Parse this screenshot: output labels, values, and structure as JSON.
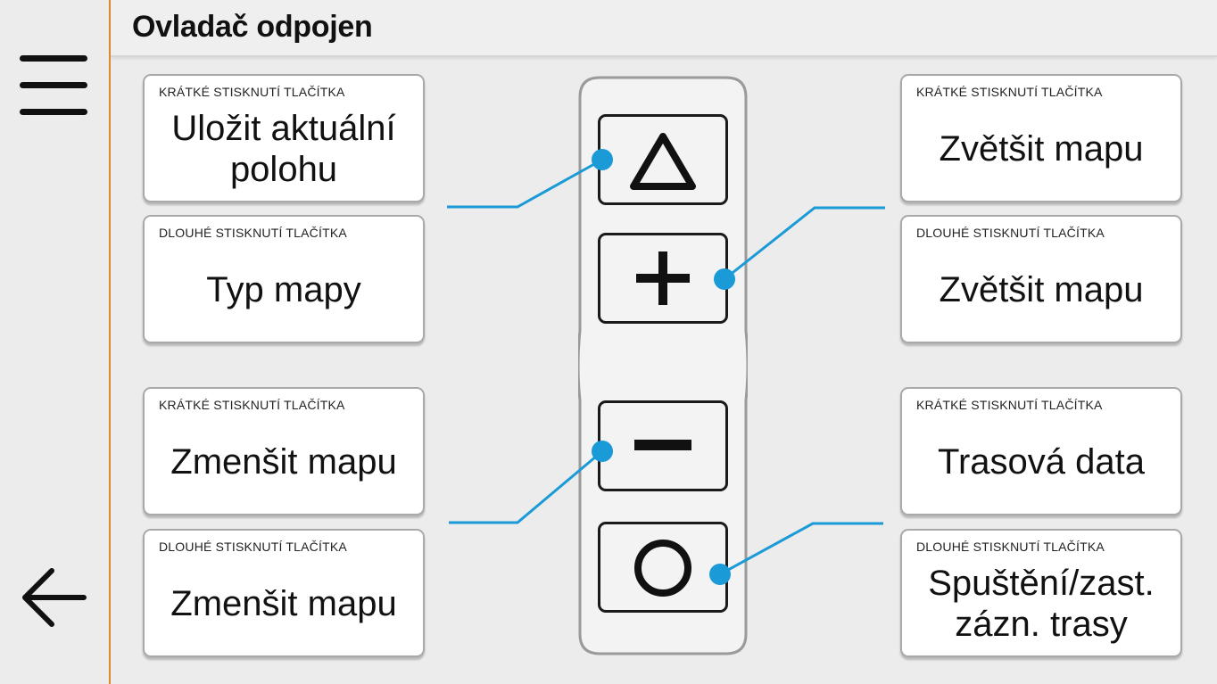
{
  "header": {
    "title": "Ovladač odpojen"
  },
  "colors": {
    "accent": "#1a9ad6",
    "sidebar_border": "#e08a2c",
    "card_border": "#a9a9a9",
    "background": "#ececec"
  },
  "icons": {
    "menu": "hamburger-menu-icon",
    "back": "arrow-left-icon",
    "triangle": "triangle-icon",
    "plus": "plus-icon",
    "minus": "minus-icon",
    "circle": "circle-icon"
  },
  "cards": {
    "triangle_short": {
      "label": "KRÁTKÉ STISKNUTÍ TLAČÍTKA",
      "action": "Uložit aktuální polohu"
    },
    "triangle_long": {
      "label": "DLOUHÉ STISKNUTÍ TLAČÍTKA",
      "action": "Typ mapy"
    },
    "minus_short": {
      "label": "KRÁTKÉ STISKNUTÍ TLAČÍTKA",
      "action": "Zmenšit mapu"
    },
    "minus_long": {
      "label": "DLOUHÉ STISKNUTÍ TLAČÍTKA",
      "action": "Zmenšit mapu"
    },
    "plus_short": {
      "label": "KRÁTKÉ STISKNUTÍ TLAČÍTKA",
      "action": "Zvětšit mapu"
    },
    "plus_long": {
      "label": "DLOUHÉ STISKNUTÍ TLAČÍTKA",
      "action": "Zvětšit mapu"
    },
    "circle_short": {
      "label": "KRÁTKÉ STISKNUTÍ TLAČÍTKA",
      "action": "Trasová data"
    },
    "circle_long": {
      "label": "DLOUHÉ STISKNUTÍ TLAČÍTKA",
      "action": "Spuštění/zast. zázn. trasy"
    }
  }
}
